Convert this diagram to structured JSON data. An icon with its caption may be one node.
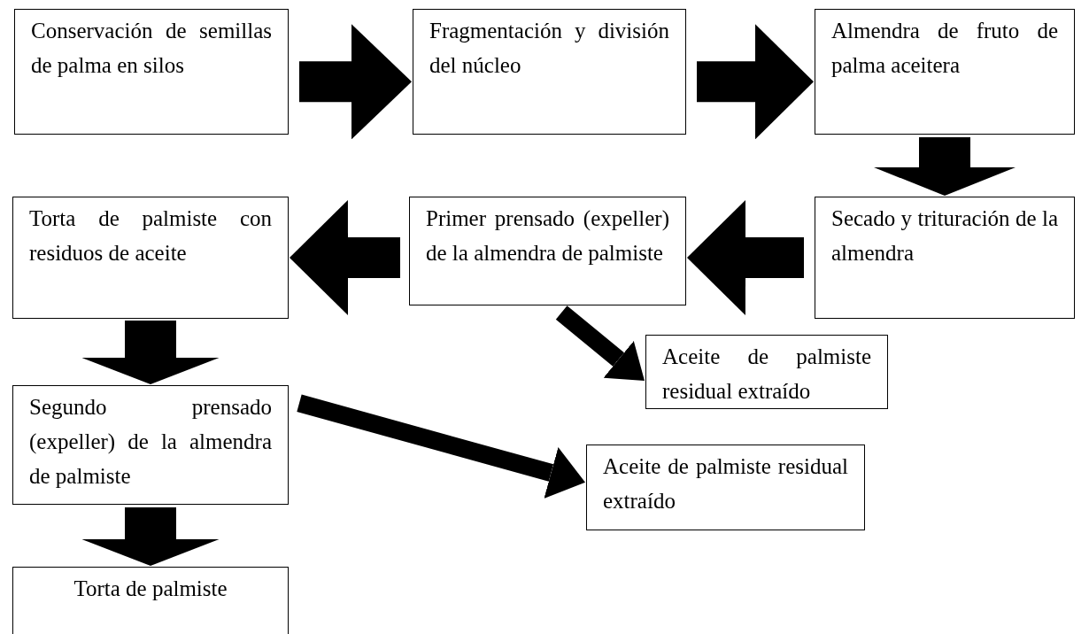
{
  "diagram": {
    "nodes": [
      {
        "text": [
          "Conservación de semillas de palma en silos"
        ]
      },
      {
        "text": [
          "Fragmentación y división del núcleo"
        ]
      },
      {
        "text": [
          "Almendra de fruto de palma aceitera"
        ]
      },
      {
        "text": [
          "Secado y trituración de la almendra"
        ]
      },
      {
        "text": [
          "Primer prensado (expeller) de la almendra de palmiste"
        ]
      },
      {
        "text": [
          "Torta de palmiste con residuos de aceite"
        ]
      },
      {
        "text": [
          "Aceite de palmiste residual extraído"
        ]
      },
      {
        "text": [
          "Segundo prensado (expeller) de la almendra de palmiste"
        ]
      },
      {
        "text": [
          "Aceite de palmiste residual extraído"
        ]
      },
      {
        "text": [
          "Torta de palmiste"
        ]
      }
    ],
    "edges": [
      {
        "from": 0,
        "to": 1,
        "arrow": "to"
      },
      {
        "from": 1,
        "to": 2,
        "arrow": "to"
      },
      {
        "from": 2,
        "to": 3,
        "arrow": "to"
      },
      {
        "from": 3,
        "to": 4,
        "arrow": "to"
      },
      {
        "from": 4,
        "to": 5,
        "arrow": "to"
      },
      {
        "from": 5,
        "to": 7,
        "arrow": "to"
      },
      {
        "from": 4,
        "to": 6,
        "arrow": "to"
      },
      {
        "from": 7,
        "to": 8,
        "arrow": "to"
      },
      {
        "from": 7,
        "to": 9,
        "arrow": "to"
      }
    ]
  }
}
